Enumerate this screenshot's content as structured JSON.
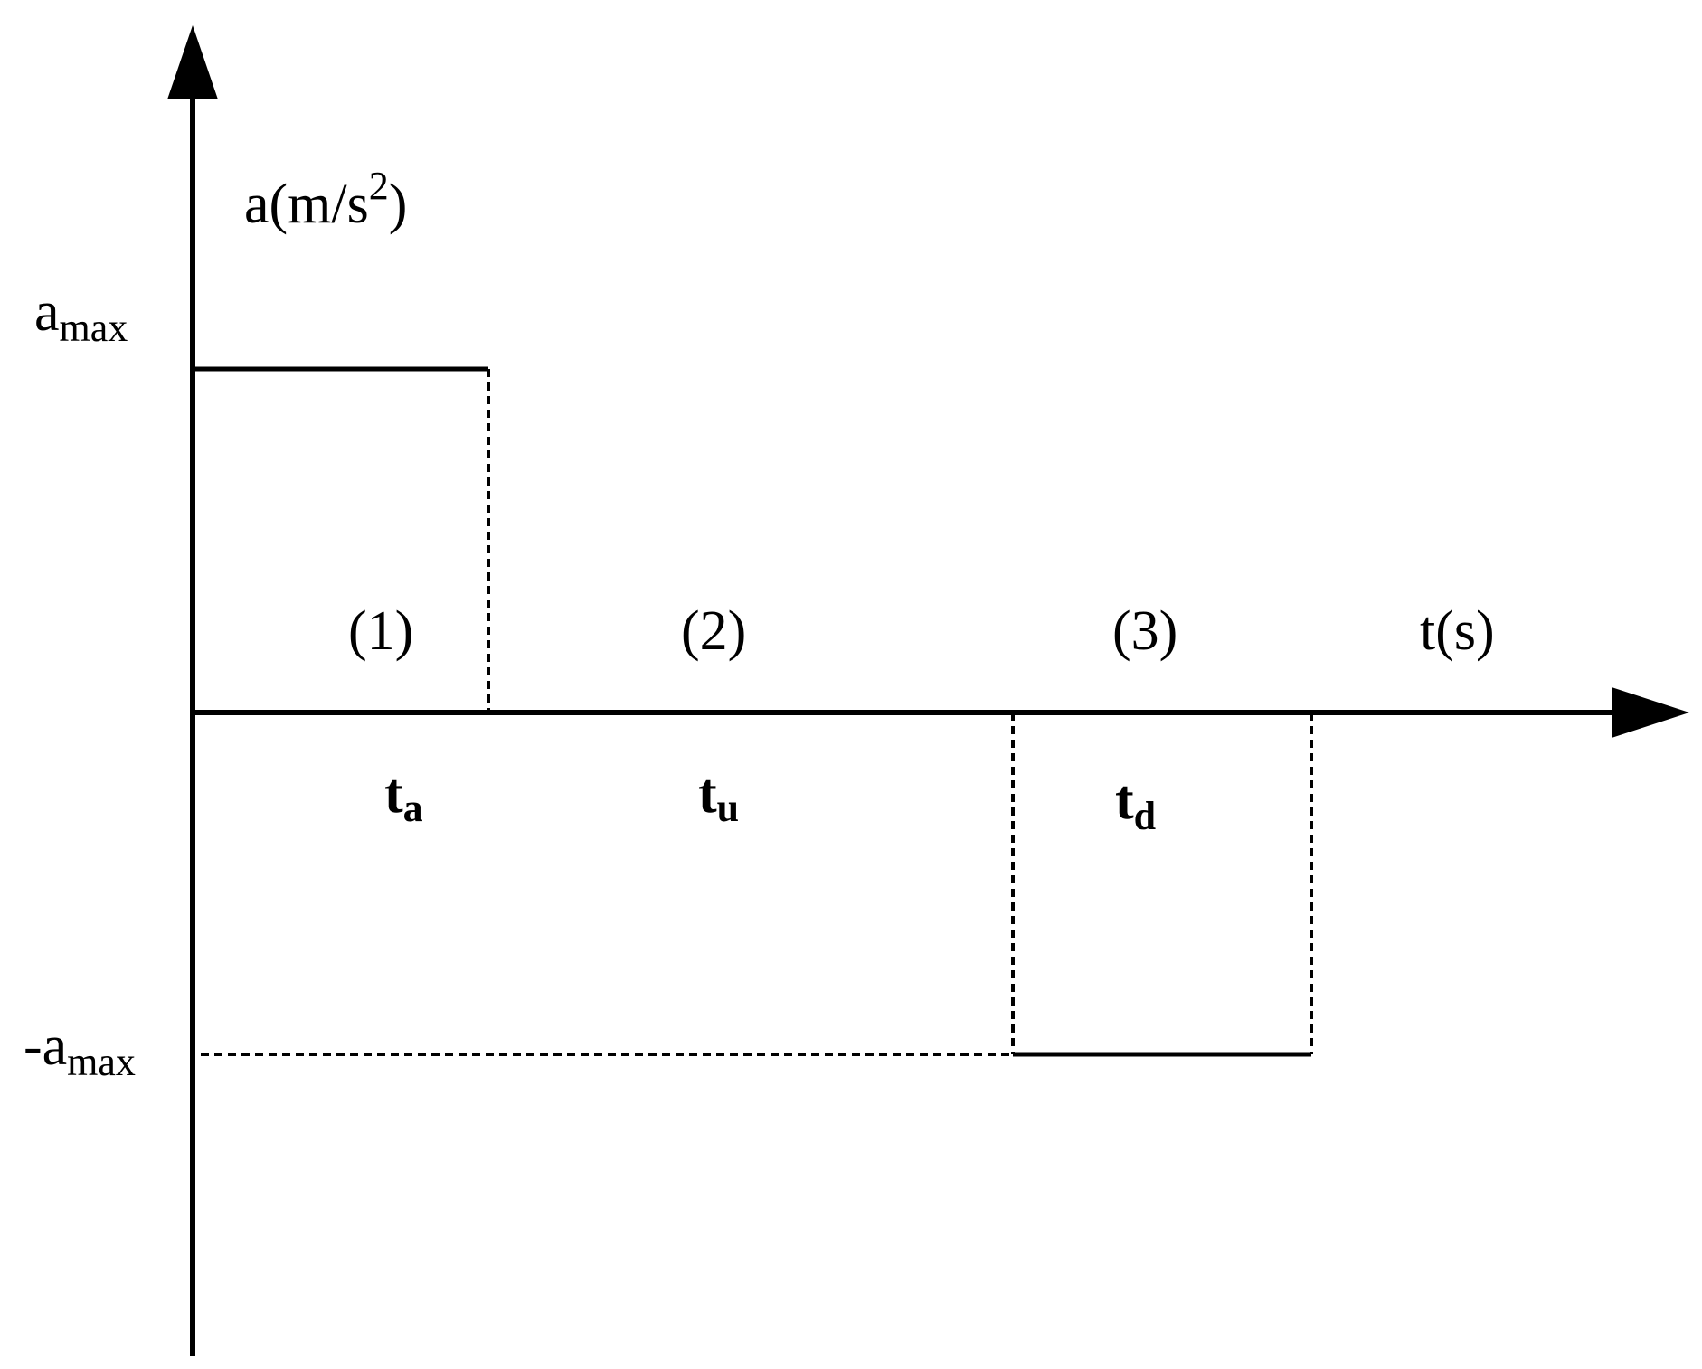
{
  "diagram": {
    "y_axis_label": {
      "main": "a(m/s",
      "sup": "2",
      "close": ")"
    },
    "x_axis_label": "t(s)",
    "a_max_label": {
      "main": "a",
      "sub": "max"
    },
    "neg_a_max_label": {
      "main": "-a",
      "sub": "max"
    },
    "phases": [
      {
        "number": "(1)",
        "time": {
          "main": "t",
          "sub": "a"
        }
      },
      {
        "number": "(2)",
        "time": {
          "main": "t",
          "sub": "u"
        }
      },
      {
        "number": "(3)",
        "time": {
          "main": "t",
          "sub": "d"
        }
      }
    ],
    "colors": {
      "line": "#000000",
      "background": "#ffffff"
    }
  }
}
